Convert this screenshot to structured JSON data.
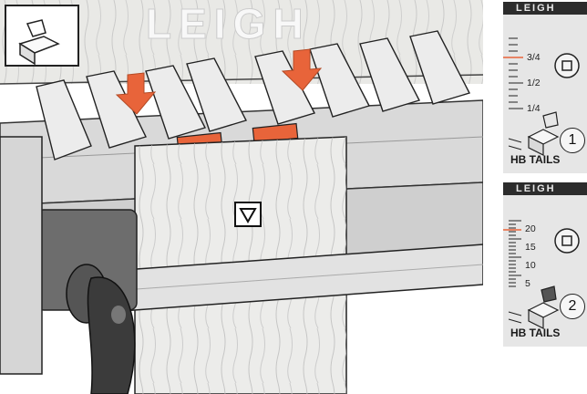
{
  "scene": {
    "brand_watermark": "LEIGH",
    "colors": {
      "wood": "#e7e7e4",
      "metal": "#d8d8d8",
      "accent": "#e8643a",
      "outline": "#222222"
    },
    "icons": [
      "bit-depth-icon",
      "down-arrow-icon",
      "triangle-mark-icon",
      "clamp-bar",
      "cam-lever"
    ]
  },
  "panels": [
    {
      "brand": "LEIGH",
      "scale_labels": [
        "3/4",
        "1/2",
        "1/4"
      ],
      "step_number": "1",
      "footer": "HB TAILS"
    },
    {
      "brand": "LEIGH",
      "scale_labels": [
        "20",
        "15",
        "10",
        "5"
      ],
      "step_number": "2",
      "footer": "HB TAILS"
    }
  ]
}
